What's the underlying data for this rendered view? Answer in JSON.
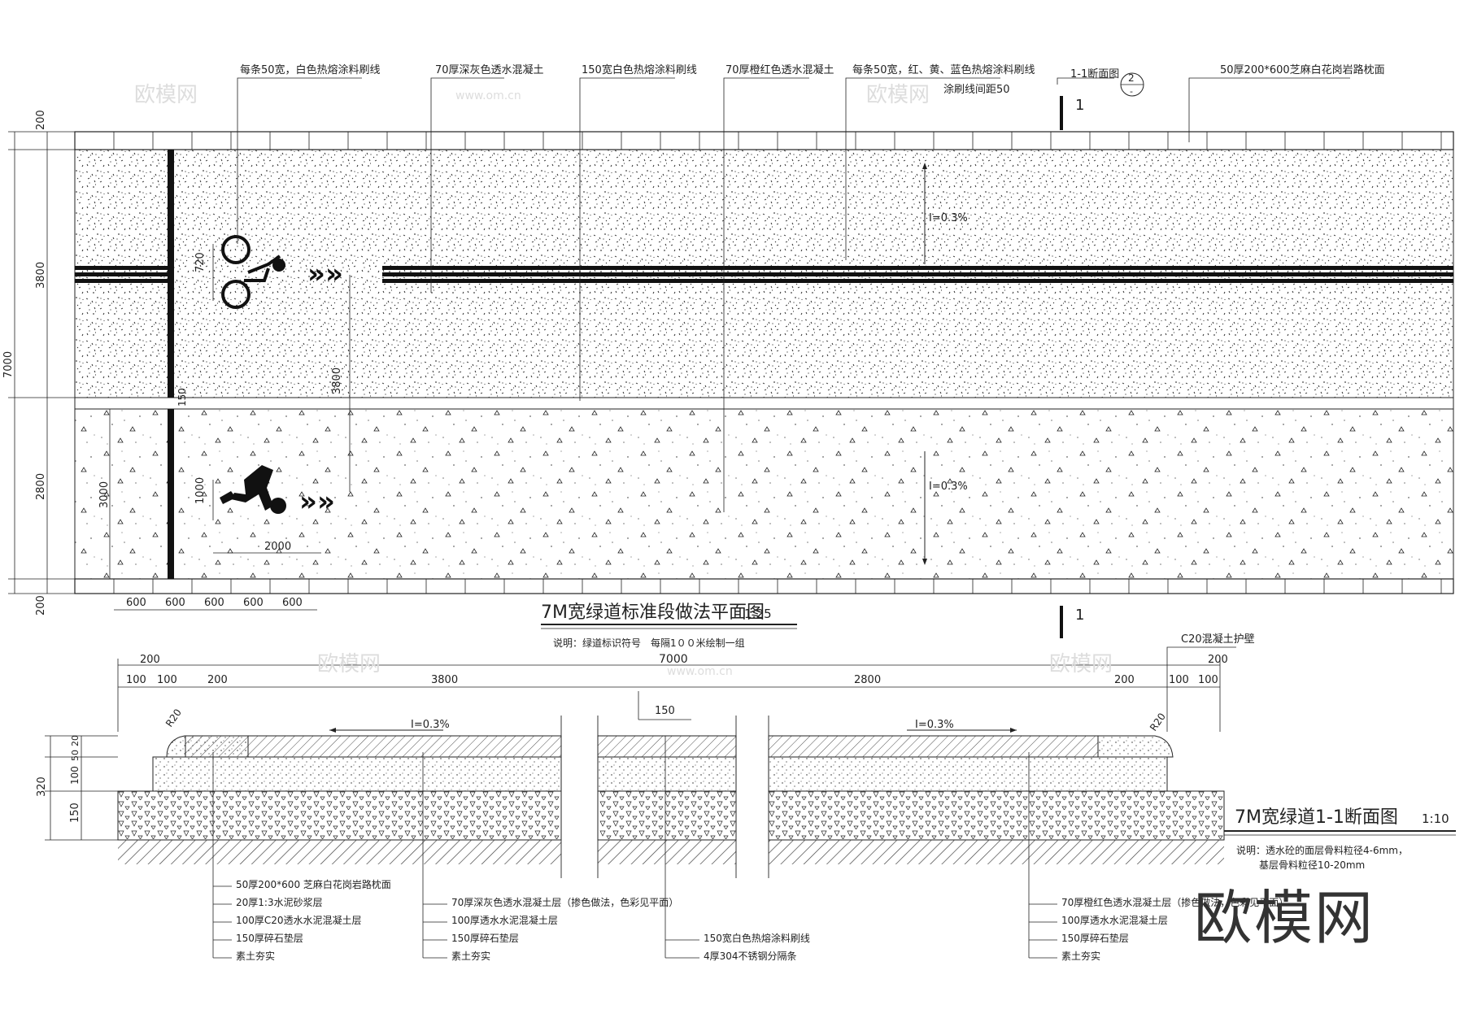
{
  "plan": {
    "title": "7M宽绿道标准段做法平面图",
    "scale": "1:25",
    "note": "说明：绿道标识符号　每隔1００米绘制一组",
    "section_marker": "1",
    "section_ref": "1-1断面图",
    "section_ref_circle_top": "2",
    "section_ref_circle_bottom": "-",
    "callouts": [
      "每条50宽，白色热熔涂料刷线",
      "70厚深灰色透水混凝土",
      "150宽白色热熔涂料刷线",
      "70厚橙红色透水混凝土",
      "每条50宽，红、黄、蓝色热熔涂料刷线",
      "涂刷线间距50",
      "50厚200*600芝麻白花岗岩路枕面"
    ],
    "slope": "I=0.3%",
    "dims_left": [
      "200",
      "3800",
      "7000",
      "2800",
      "200",
      "3000"
    ],
    "dims_icons": [
      "720",
      "3800",
      "1000",
      "2000",
      "150"
    ],
    "dims_bottom": [
      "600",
      "600",
      "600",
      "600",
      "600"
    ]
  },
  "section": {
    "title": "7M宽绿道1-1断面图",
    "scale": "1:10",
    "note_line1": "说明：透水砼的面层骨料粒径4-6mm，",
    "note_line2": "基层骨料粒径10-20mm",
    "curb": "C20混凝土护壁",
    "dims_top_total": "7000",
    "dims_top_left": [
      "200",
      "100",
      "100",
      "200",
      "3800"
    ],
    "dims_top_right": [
      "2800",
      "200",
      "100",
      "100",
      "200"
    ],
    "dim_line": "150",
    "radius": "R20",
    "slope": "I=0.3%",
    "dims_left": [
      "20",
      "50",
      "100",
      "320",
      "150"
    ],
    "labels_left": [
      "50厚200*600 芝麻白花岗岩路枕面",
      "20厚1:3水泥砂浆层",
      "100厚C20透水水泥混凝土层",
      "150厚碎石垫层",
      "素土夯实"
    ],
    "labels_mid": [
      "70厚深灰色透水混凝土层（掺色做法，色彩见平面）",
      "100厚透水水泥混凝土层",
      "150厚碎石垫层",
      "素土夯实"
    ],
    "labels_center": [
      "150宽白色热熔涂料刷线",
      "4厚304不锈钢分隔条"
    ],
    "labels_right": [
      "70厚橙红色透水混凝土层（掺色做法，色彩见平面）",
      "100厚透水水泥混凝土层",
      "150厚碎石垫层",
      "素土夯实"
    ]
  },
  "watermark": "欧模网",
  "watermark_small": "欧模网",
  "watermark_url": "www.om.cn"
}
